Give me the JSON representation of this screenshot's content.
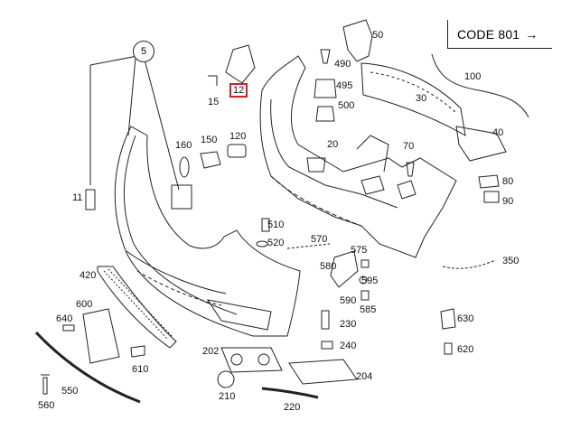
{
  "code_box": {
    "text": "CODE 801",
    "arrow": "→"
  },
  "highlight_color": "#d0202a",
  "callout_circle": "5",
  "part_labels": {
    "p5": "5",
    "p11": "11",
    "p12": "12",
    "p15": "15",
    "p20": "20",
    "p30": "30",
    "p40": "40",
    "p50": "50",
    "p70": "70",
    "p80": "80",
    "p90": "90",
    "p100": "100",
    "p120": "120",
    "p150": "150",
    "p160": "160",
    "p202": "202",
    "p204": "204",
    "p210": "210",
    "p220": "220",
    "p230": "230",
    "p240": "240",
    "p350": "350",
    "p420": "420",
    "p490": "490",
    "p495": "495",
    "p500": "500",
    "p510": "510",
    "p520": "520",
    "p550": "550",
    "p560": "560",
    "p570": "570",
    "p575": "575",
    "p580": "580",
    "p585": "585",
    "p590": "590",
    "p595": "595",
    "p600": "600",
    "p610": "610",
    "p620": "620",
    "p630": "630",
    "p640": "640"
  }
}
